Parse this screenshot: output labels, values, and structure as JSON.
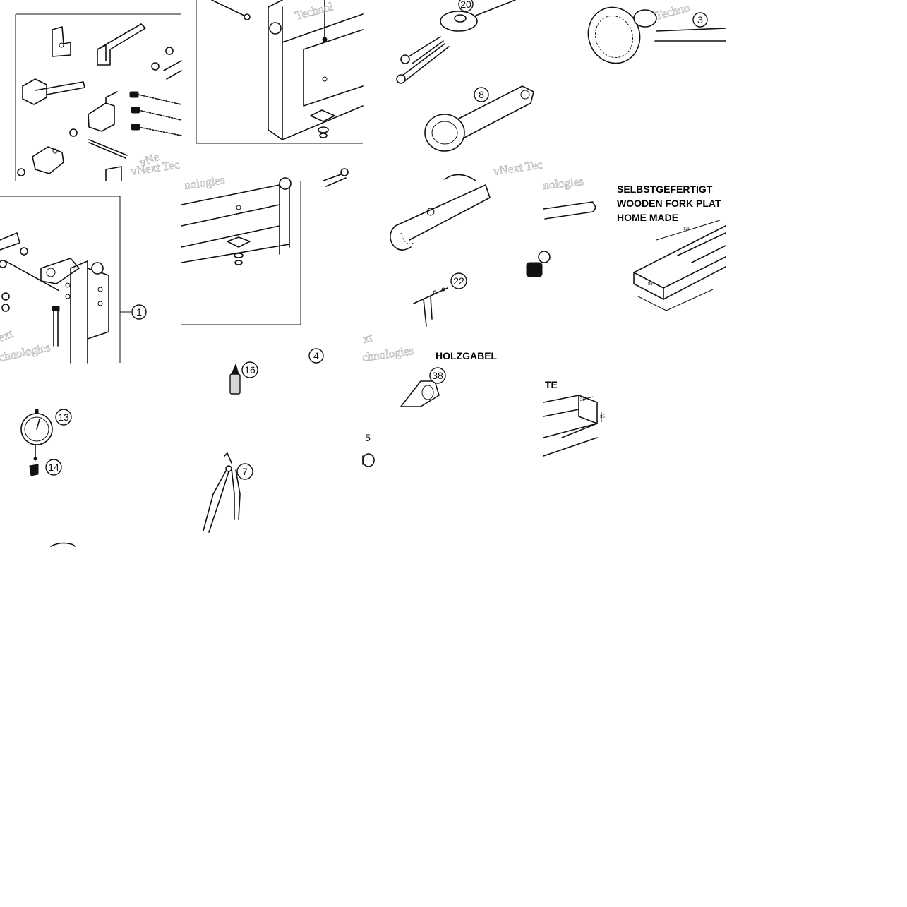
{
  "labels": {
    "selbst": "SELBSTGEFERTIGT",
    "wooden": "WOODEN FORK PLAT",
    "home": "HOME MADE",
    "holzgabel": "HOLZGABEL",
    "te": "TE"
  },
  "callouts": [
    "20",
    "3",
    "8",
    "1",
    "4",
    "16",
    "22",
    "38",
    "13",
    "14",
    "7",
    "5"
  ],
  "watermark": {
    "a": "vNext Tec",
    "b": "nologies",
    "c": "Technol",
    "d": "vNext Tec",
    "e": "xt",
    "f": "chnologies",
    "g": "Techno",
    "h": "chnologies",
    "i": "vNe",
    "j": "ext"
  }
}
